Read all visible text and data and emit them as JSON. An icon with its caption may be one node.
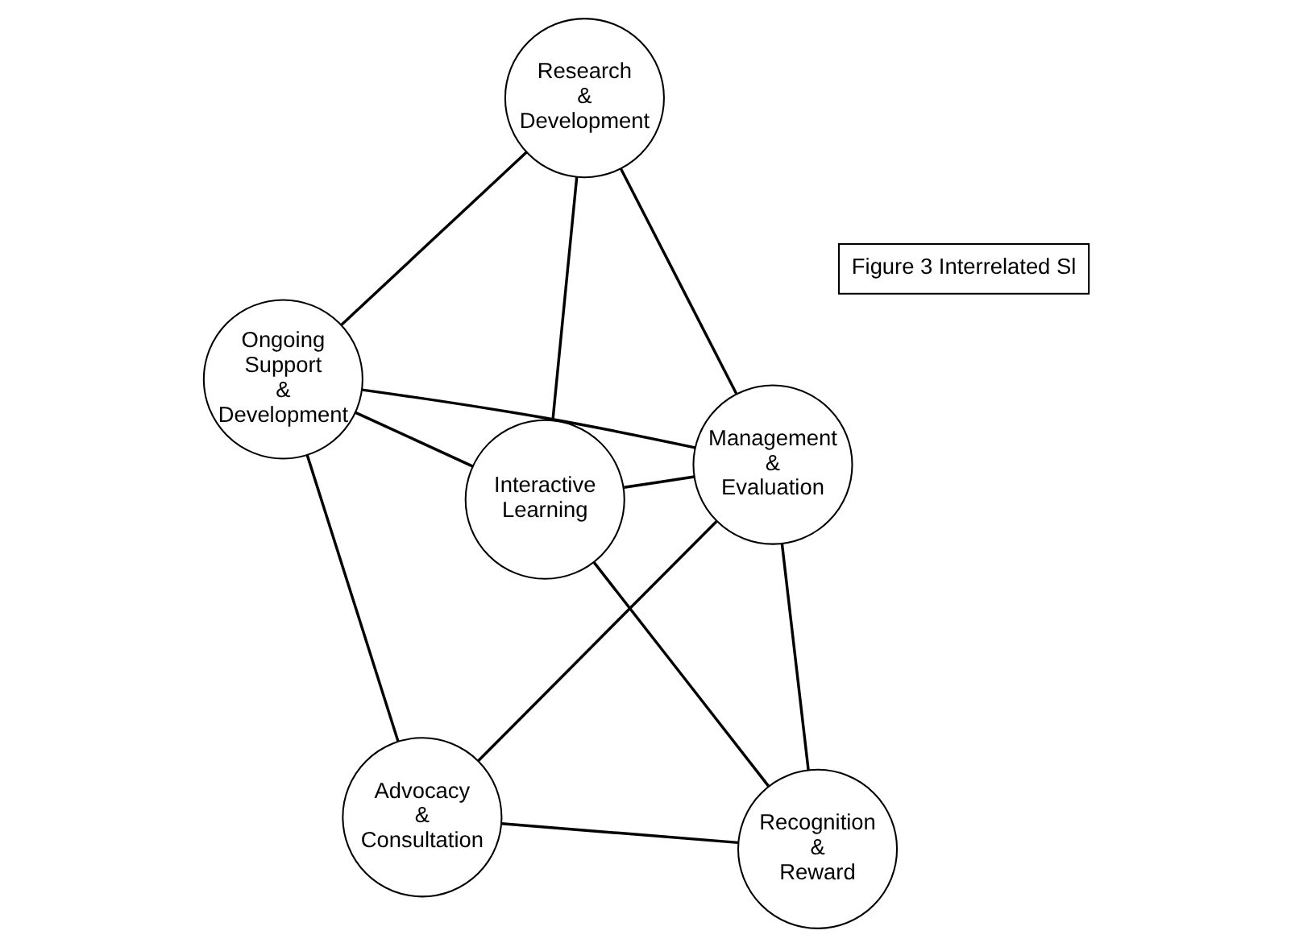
{
  "diagram": {
    "nodes": [
      {
        "text": [
          "Interactive Learning"
        ]
      },
      {
        "text": [
          "Recognition & Reward"
        ]
      },
      {
        "text": [
          "Advocacy & Consultation"
        ]
      },
      {
        "text": [
          "Management & Evaluation"
        ]
      },
      {
        "text": [
          "Research & Development"
        ]
      },
      {
        "text": [
          "Ongoing Support & Development"
        ]
      },
      {
        "text": [
          "Figure 3 Interrelated Sl"
        ]
      }
    ],
    "edges": [
      {
        "from": 0,
        "to": 1,
        "arrow": "none"
      },
      {
        "from": 0,
        "to": 3,
        "arrow": "none"
      },
      {
        "from": 0,
        "to": 4,
        "arrow": "none"
      },
      {
        "from": 0,
        "to": 5,
        "arrow": "none"
      },
      {
        "from": 1,
        "to": 3,
        "arrow": "none"
      },
      {
        "from": 1,
        "to": 2,
        "arrow": "none"
      },
      {
        "from": 3,
        "to": 2,
        "arrow": "none"
      },
      {
        "from": 4,
        "to": 3,
        "arrow": "none"
      },
      {
        "from": 4,
        "to": 5,
        "arrow": "none"
      },
      {
        "from": 3,
        "to": 5,
        "arrow": "none"
      },
      {
        "from": 5,
        "to": 2,
        "arrow": "none"
      }
    ]
  }
}
